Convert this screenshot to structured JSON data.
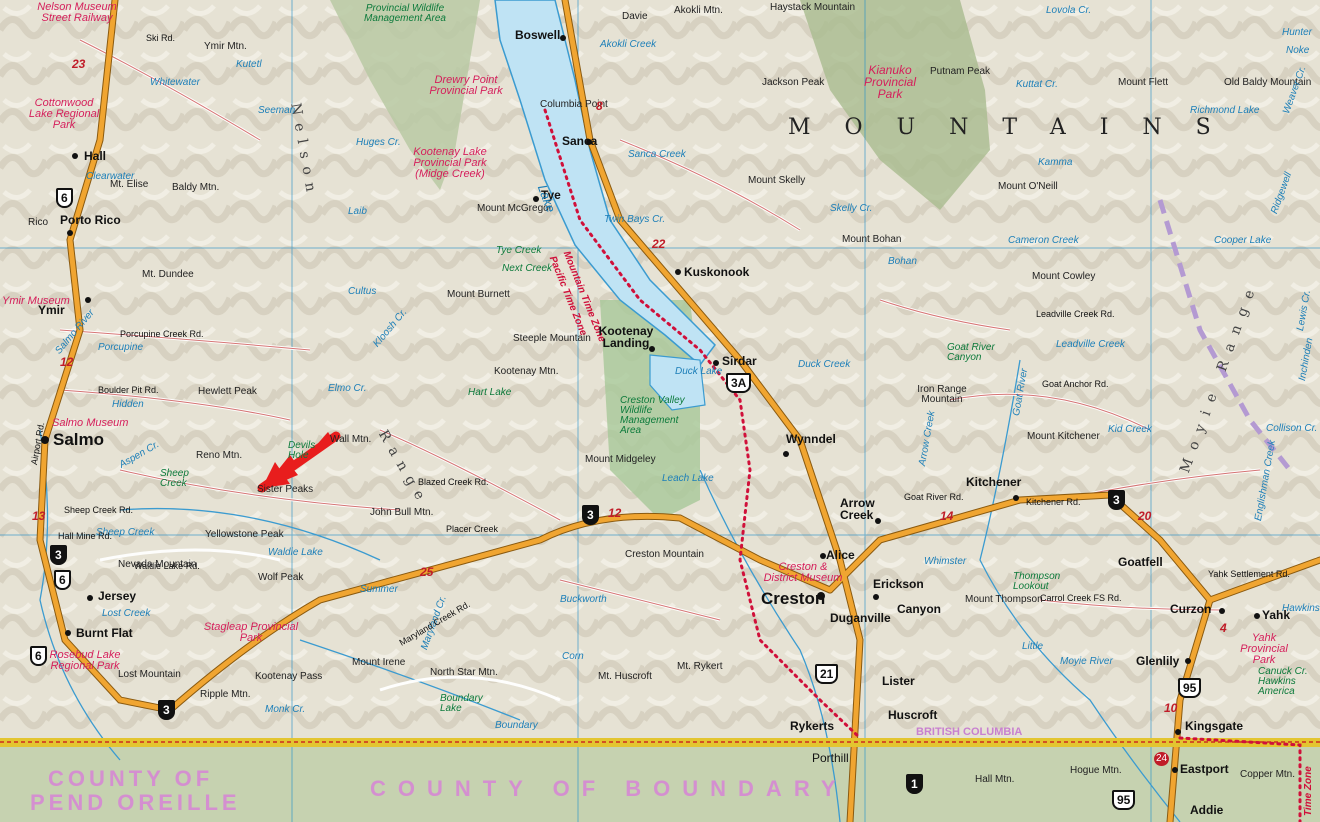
{
  "map": {
    "region_label": "MOUNTAINS",
    "counties": [
      "COUNTY OF",
      "PEND OREILLE",
      "COUNTY OF BOUNDARY"
    ],
    "border_label": "BRITISH COLUMBIA",
    "time_zone_labels": [
      "Mountain Time Zone",
      "Pacific Time Zone",
      "Time Zone"
    ],
    "ranges": [
      "Nelson",
      "Range",
      "Moyie Range"
    ],
    "colors": {
      "terrain": "#e9e4d6",
      "lake": "#bfe3f4",
      "highway": "#f0a531",
      "border": "#e3c530",
      "park": "#d51f5b",
      "water_text": "#1d7fb8"
    },
    "towns": [
      {
        "id": "salmo",
        "name": "Salmo",
        "big": true
      },
      {
        "id": "creston",
        "name": "Creston",
        "big": true
      },
      {
        "id": "boswell",
        "name": "Boswell"
      },
      {
        "id": "sanca",
        "name": "Sanca"
      },
      {
        "id": "tye",
        "name": "Tye"
      },
      {
        "id": "kuskonook",
        "name": "Kuskonook"
      },
      {
        "id": "kootenay-landing",
        "name": "Kootenay Landing"
      },
      {
        "id": "sirdar",
        "name": "Sirdar"
      },
      {
        "id": "wynndel",
        "name": "Wynndel"
      },
      {
        "id": "arrow-creek",
        "name": "Arrow Creek"
      },
      {
        "id": "alice",
        "name": "Alice"
      },
      {
        "id": "erickson",
        "name": "Erickson"
      },
      {
        "id": "canyon",
        "name": "Canyon"
      },
      {
        "id": "duganville",
        "name": "Duganville"
      },
      {
        "id": "lister",
        "name": "Lister"
      },
      {
        "id": "huscroft",
        "name": "Huscroft"
      },
      {
        "id": "rykerts",
        "name": "Rykerts"
      },
      {
        "id": "porthill",
        "name": "Porthill"
      },
      {
        "id": "kitchener",
        "name": "Kitchener"
      },
      {
        "id": "goatfell",
        "name": "Goatfell"
      },
      {
        "id": "curzon",
        "name": "Curzon"
      },
      {
        "id": "yahk",
        "name": "Yahk"
      },
      {
        "id": "glenlily",
        "name": "Glenlily"
      },
      {
        "id": "kingsgate",
        "name": "Kingsgate"
      },
      {
        "id": "eastport",
        "name": "Eastport"
      },
      {
        "id": "addie",
        "name": "Addie"
      },
      {
        "id": "hall",
        "name": "Hall"
      },
      {
        "id": "porto-rico",
        "name": "Porto Rico"
      },
      {
        "id": "ymir",
        "name": "Ymir"
      },
      {
        "id": "jersey",
        "name": "Jersey"
      },
      {
        "id": "burnt-flat",
        "name": "Burnt Flat"
      },
      {
        "id": "rico",
        "name": "Rico"
      }
    ],
    "features": [
      "Mount McGregor",
      "Mount Burnett",
      "Steeple Mountain",
      "Kootenay Mtn.",
      "Mount Midgeley",
      "Creston Mountain",
      "Mt. Huscroft",
      "Mt. Rykert",
      "Hewlett Peak",
      "Reno Mtn.",
      "Wall Mtn.",
      "Sister Peaks",
      "John Bull Mtn.",
      "Yellowstone Peak",
      "Nevada Mountain",
      "Wolf Peak",
      "Lost Mountain",
      "Ripple Mtn.",
      "Kootenay Pass",
      "Mount Irene",
      "North Star Mtn.",
      "Mt. Dundee",
      "Mt. Elise",
      "Baldy Mtn.",
      "Ymir Mtn.",
      "Mount Skelly",
      "Mount Bohan",
      "Iron Range Mountain",
      "Mount Kitchener",
      "Mount O'Neill",
      "Mount Cowley",
      "Mount Flett",
      "Old Baldy Mountain",
      "Putnam Peak",
      "Jackson Peak",
      "Haystack Mountain",
      "Akokli Mtn.",
      "Mount Thompson",
      "Hall Mtn.",
      "Hogue Mtn.",
      "Copper Mtn.",
      "Columbia Point",
      "Davie"
    ],
    "parks": [
      "Drewry Point Provincial Park",
      "Kootenay Lake Provincial Park (Midge Creek)",
      "Kianuko Provincial Park",
      "Cottonwood Lake Regional Park",
      "Stagleap Provincial Park",
      "Rosebud Lake Regional Park",
      "Yahk Provincial Park",
      "Creston & District Museum",
      "Ymir Museum",
      "Salmo Museum",
      "Nelson Museum Street Railway",
      "Provincial Wildlife Management Area",
      "Creston Valley Wildlife Management Area"
    ],
    "green_labels": [
      "Tye Creek",
      "Next Creek",
      "Hart Lake",
      "Sheep Creek",
      "Goat River Canyon",
      "Thompson Lookout",
      "Boundary Lake",
      "Canuck Cr. Hawkins America",
      "Devils Hole"
    ],
    "water_labels": [
      "Lake",
      "Duck Lake",
      "Whitewater",
      "Clearwater",
      "Salmo River",
      "Sheep Creek",
      "Summer",
      "Goat River",
      "Moyie River",
      "Kid Creek",
      "Lost Creek",
      "Boundary",
      "Leach Lake",
      "Sanca Creek",
      "Akokli Creek",
      "Kuttat Cr.",
      "Lovola Cr.",
      "Kamma",
      "Cameron Creek",
      "Cooper Lake",
      "Richmond Lake",
      "Laib",
      "Huges Cr.",
      "Seeman",
      "Kutetl",
      "Porcupine",
      "Hidden",
      "Aspen Cr.",
      "Waldie Lake",
      "Cultus",
      "Kloosh Cr.",
      "Elmo Cr.",
      "Buckworth",
      "Corn",
      "Monk Cr.",
      "Maryland Cr.",
      "Little",
      "Whimster",
      "Leadville Creek",
      "Hawkins",
      "Twin Bays Cr.",
      "Bohan",
      "Skelly Cr.",
      "Duck Creek",
      "Arrow Creek",
      "Collison Cr.",
      "Englishman Creek",
      "Weaver Cr.",
      "Ridgewell",
      "Hunter",
      "Noke",
      "Lewis Cr.",
      "Inchinden"
    ],
    "roads": [
      "Ski Rd.",
      "Porcupine Creek Rd.",
      "Boulder Pit Rd.",
      "Blazed Creek Rd.",
      "Sheep Creek Rd.",
      "Waldie Lake Rd.",
      "Hall Mine Rd.",
      "Goat Anchor Rd.",
      "Kitchener Rd.",
      "Goat River Rd.",
      "Leadville Creek Rd.",
      "Carrol Creek FS Rd.",
      "Yahk Settlement Rd.",
      "Placer Creek",
      "Maryland Creek Rd.",
      "Airport Rd."
    ],
    "highways": [
      {
        "id": "h3a-1",
        "label": "3"
      },
      {
        "id": "h3a-2",
        "label": "3"
      },
      {
        "id": "h3-3",
        "label": "3"
      },
      {
        "id": "h3-4",
        "label": "3"
      },
      {
        "id": "h6-1",
        "label": "6"
      },
      {
        "id": "h6-2",
        "label": "6"
      },
      {
        "id": "h6-3",
        "label": "6"
      },
      {
        "id": "h3A",
        "label": "3A"
      },
      {
        "id": "h21",
        "label": "21"
      },
      {
        "id": "h95-1",
        "label": "95"
      },
      {
        "id": "h95-2",
        "label": "95"
      },
      {
        "id": "h1",
        "label": "1"
      }
    ],
    "route_numbers": [
      "23",
      "12",
      "13",
      "22",
      "12",
      "25",
      "8",
      "20",
      "10",
      "14",
      "24",
      "4"
    ]
  }
}
